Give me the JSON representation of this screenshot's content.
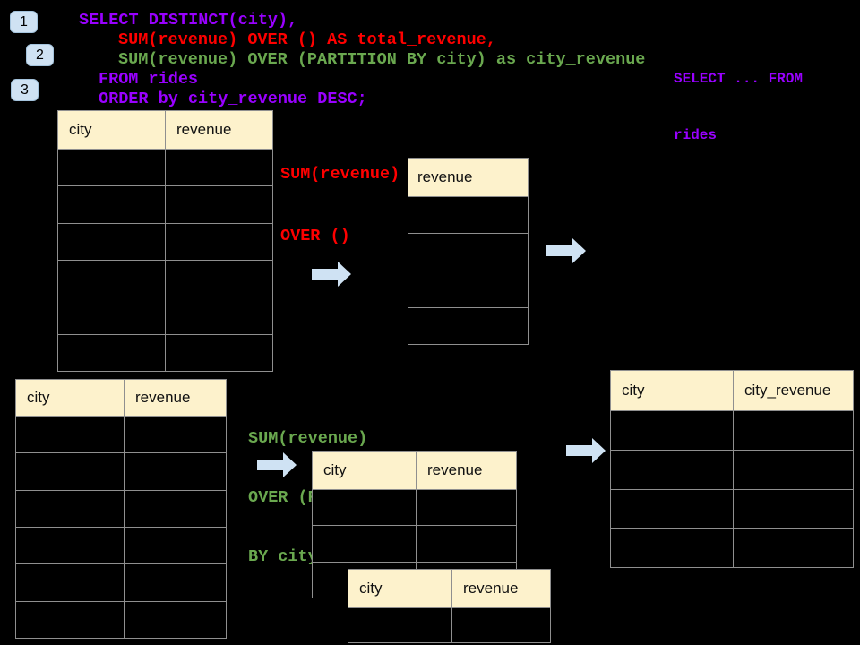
{
  "colors": {
    "background": "#000000",
    "header_fill": "#fdf2cc",
    "table_border": "#8f8f8f",
    "arrow_fill": "#cfe2f3",
    "badge_fill": "#cfe2f3",
    "badge_border": "#a5c4dd",
    "badge_text": "#000000",
    "header_text": "#111111",
    "purple": "#9900ff",
    "red": "#ff0000",
    "green": "#6aa84f"
  },
  "badges": {
    "one": "1",
    "two": "2",
    "three": "3"
  },
  "sql_code": {
    "line1": "SELECT DISTINCT(city),",
    "line2": "SUM(revenue) OVER () AS total_revenue,",
    "line3": "SUM(revenue) OVER (PARTITION BY city) as city_revenue",
    "line4": "FROM rides",
    "line5": "ORDER by city_revenue DESC;"
  },
  "side_note": {
    "line1": "SELECT ... FROM",
    "line2": "rides"
  },
  "total_label": {
    "line1": "SUM(revenue)",
    "line2": "OVER ()"
  },
  "partition_label": {
    "line1": "SUM(revenue)",
    "line2": "OVER (PARTITION",
    "line3": "BY city)"
  },
  "tables": {
    "source_top": {
      "headers": [
        "city",
        "revenue"
      ],
      "rows": 6
    },
    "total_result": {
      "headers": [
        "revenue"
      ],
      "rows": 4
    },
    "source_bottom": {
      "headers": [
        "city",
        "revenue"
      ],
      "rows": 6
    },
    "partition_step": {
      "headers": [
        "city",
        "revenue"
      ],
      "rows": 3
    },
    "partition_overlay": {
      "headers": [
        "city",
        "revenue"
      ],
      "rows": 1
    },
    "final_result": {
      "headers": [
        "city",
        "city_revenue"
      ],
      "rows": 4
    }
  }
}
